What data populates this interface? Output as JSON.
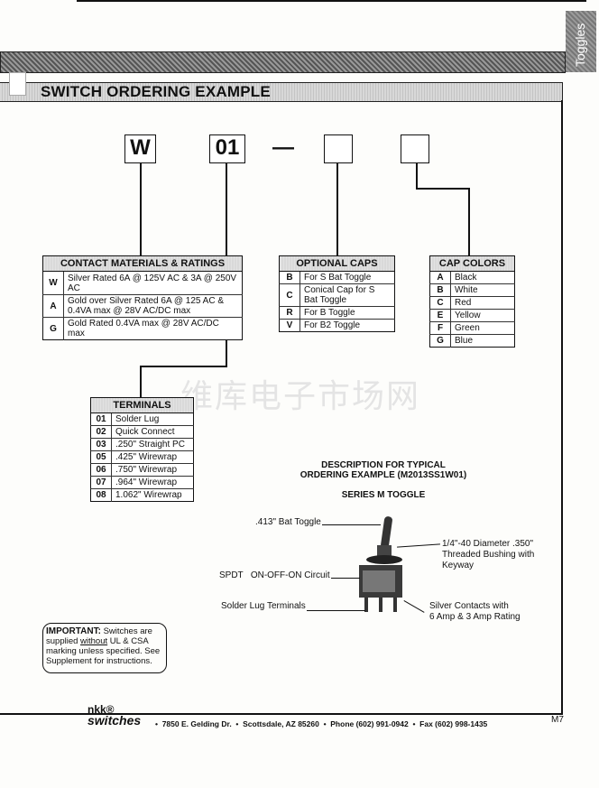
{
  "tab_label": "Toggles",
  "section_title": "SWITCH ORDERING EXAMPLE",
  "example_code": {
    "part1": "W",
    "part2": "01",
    "separator": "—",
    "part3": "",
    "part4": ""
  },
  "contact_table": {
    "title": "CONTACT MATERIALS & RATINGS",
    "rows": [
      {
        "code": "W",
        "desc": "Silver Rated 6A @ 125V AC & 3A @ 250V AC"
      },
      {
        "code": "A",
        "desc": "Gold over Silver Rated 6A @ 125 AC & 0.4VA max @ 28V AC/DC max"
      },
      {
        "code": "G",
        "desc": "Gold Rated 0.4VA max @ 28V AC/DC max"
      }
    ]
  },
  "caps_table": {
    "title": "OPTIONAL CAPS",
    "rows": [
      {
        "code": "B",
        "desc": "For S Bat Toggle"
      },
      {
        "code": "C",
        "desc": "Conical Cap for S Bat Toggle"
      },
      {
        "code": "R",
        "desc": "For B Toggle"
      },
      {
        "code": "V",
        "desc": "For B2 Toggle"
      }
    ]
  },
  "colors_table": {
    "title": "CAP COLORS",
    "rows": [
      {
        "code": "A",
        "desc": "Black"
      },
      {
        "code": "B",
        "desc": "White"
      },
      {
        "code": "C",
        "desc": "Red"
      },
      {
        "code": "E",
        "desc": "Yellow"
      },
      {
        "code": "F",
        "desc": "Green"
      },
      {
        "code": "G",
        "desc": "Blue"
      }
    ]
  },
  "terminals_table": {
    "title": "TERMINALS",
    "rows": [
      {
        "code": "01",
        "desc": "Solder Lug"
      },
      {
        "code": "02",
        "desc": "Quick Connect"
      },
      {
        "code": "03",
        "desc": ".250\" Straight PC"
      },
      {
        "code": "05",
        "desc": ".425\" Wirewrap"
      },
      {
        "code": "06",
        "desc": ".750\" Wirewrap"
      },
      {
        "code": "07",
        "desc": ".964\" Wirewrap"
      },
      {
        "code": "08",
        "desc": "1.062\" Wirewrap"
      }
    ]
  },
  "watermark": "维库电子市场网",
  "description": {
    "title_line1": "DESCRIPTION FOR TYPICAL",
    "title_line2": "ORDERING EXAMPLE (M2013SS1W01)",
    "series": "SERIES M TOGGLE"
  },
  "callouts": {
    "bat": ".413\" Bat Toggle",
    "bushing_line1": "1/4\"-40 Diameter .350\"",
    "bushing_line2": "Threaded Bushing with",
    "bushing_line3": "Keyway",
    "circuit": "SPDT   ON-OFF-ON Circuit",
    "terminals": "Solder Lug Terminals",
    "contacts_line1": "Silver Contacts with",
    "contacts_line2": "6 Amp & 3 Amp Rating"
  },
  "important": {
    "label": "IMPORTANT:",
    "text1": "Switches are supplied",
    "underlined": "without",
    "text2": "UL & CSA marking unless specified.  See Supplement for instructions."
  },
  "footer": {
    "logo_top": "nkk®",
    "logo_bottom": "switches",
    "address": "•  7850 E. Gelding Dr.  •  Scottsdale, AZ 85260  •  Phone (602) 991-0942  •  Fax (602) 998-1435",
    "page": "M7"
  }
}
